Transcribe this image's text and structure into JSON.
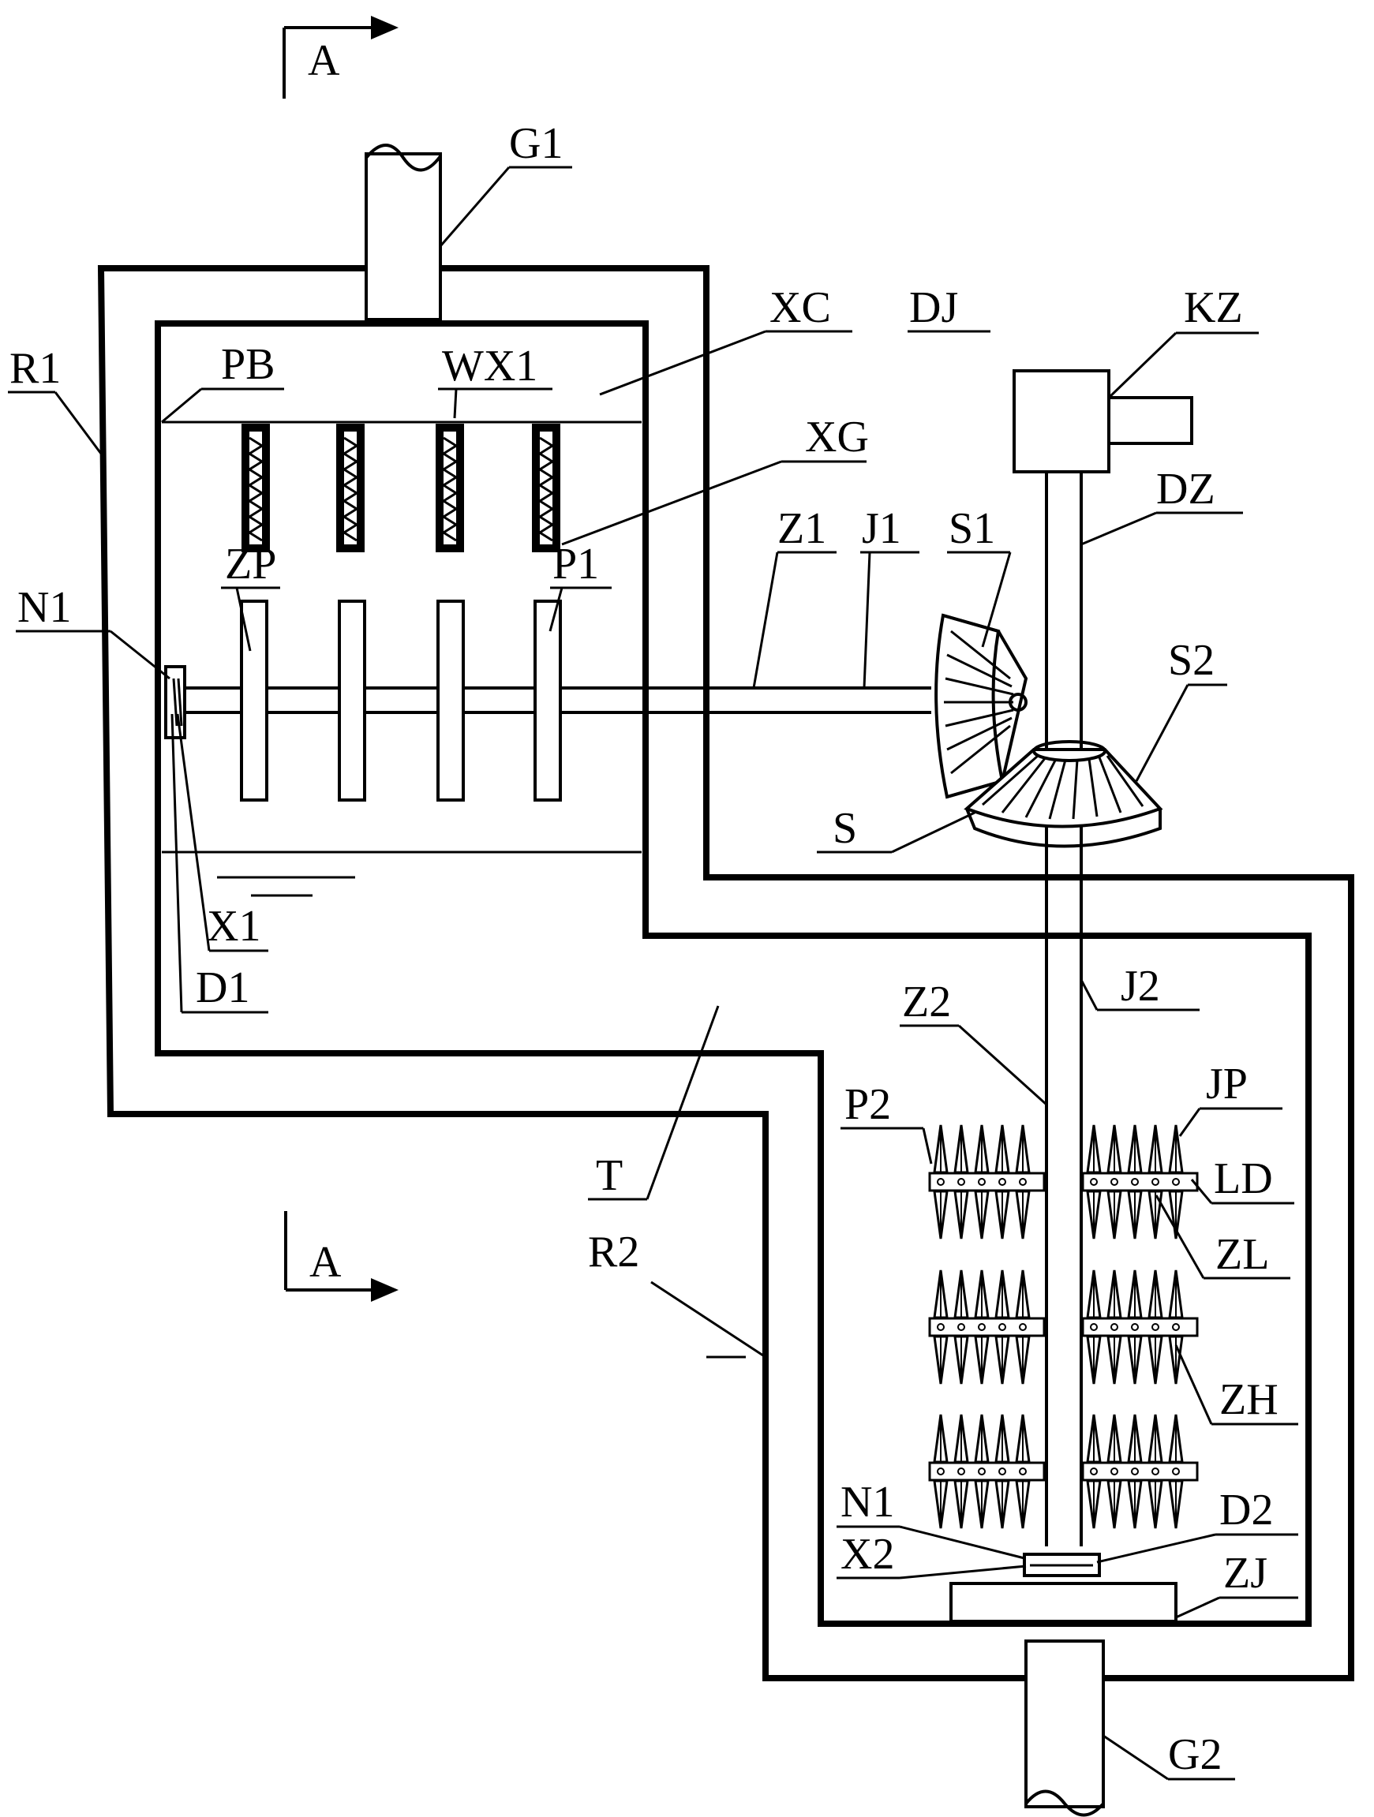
{
  "labels": {
    "section_top": "A",
    "section_bottom": "A",
    "G1": "G1",
    "G2": "G2",
    "R1": "R1",
    "R2": "R2",
    "XC": "XC",
    "PB": "PB",
    "WX1": "WX1",
    "XG": "XG",
    "DJ": "DJ",
    "KZ": "KZ",
    "DZ": "DZ",
    "Z1": "Z1",
    "J1": "J1",
    "S1": "S1",
    "S2": "S2",
    "S": "S",
    "N1_top": "N1",
    "ZP": "ZP",
    "P1": "P1",
    "X1": "X1",
    "D1": "D1",
    "T": "T",
    "J2": "J2",
    "Z2": "Z2",
    "P2": "P2",
    "JP": "JP",
    "LD": "LD",
    "ZL": "ZL",
    "ZH": "ZH",
    "N1_bottom": "N1",
    "D2": "D2",
    "X2": "X2",
    "ZJ": "ZJ"
  },
  "colors": {
    "ink": "#000000",
    "paper": "#ffffff"
  }
}
